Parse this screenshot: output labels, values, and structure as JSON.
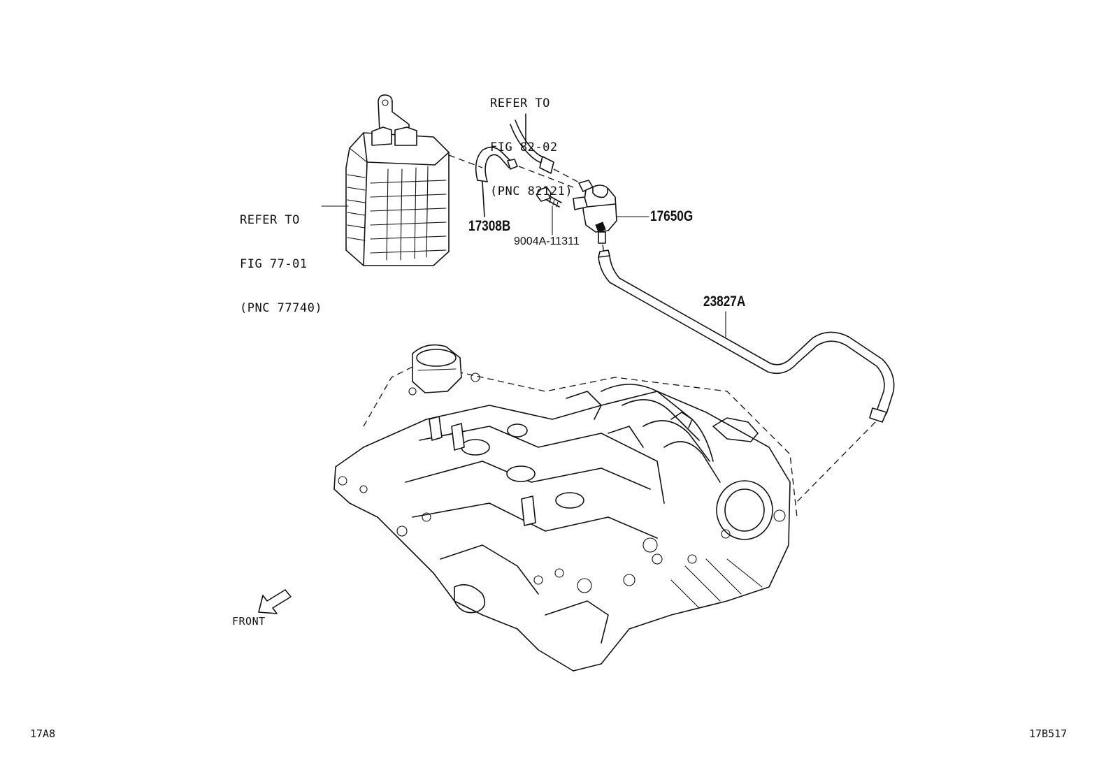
{
  "references": {
    "canister": {
      "lines": [
        "REFER TO",
        "FIG 77-01",
        "(PNC 77740)"
      ]
    },
    "wire": {
      "lines": [
        "REFER TO",
        "FIG 82-02",
        "(PNC 82121)"
      ]
    }
  },
  "parts": {
    "hose_short": "17308B",
    "valve": "17650G",
    "bolt": "9004A-11311",
    "hose_long": "23827A"
  },
  "front_label": "FRONT",
  "footer": {
    "left_code": "17A8",
    "right_code": "17B517"
  }
}
